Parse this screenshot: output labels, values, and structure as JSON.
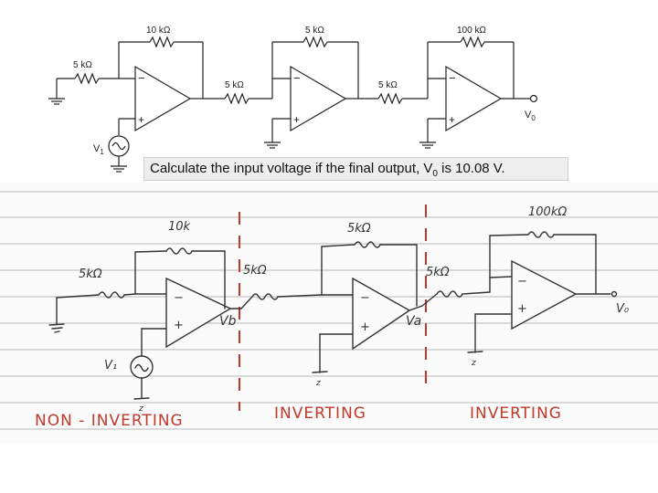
{
  "question": {
    "text_before": "Calculate the input voltage if the final output, V",
    "subscript": "0",
    "text_after": " is 10.08 V."
  },
  "schematic": {
    "r_in_1": "5 kΩ",
    "r_feedback_1": "10 kΩ",
    "r_in_2": "5 kΩ",
    "r_feedback_2": "5 kΩ",
    "r_in_3": "5 kΩ",
    "r_feedback_3": "100 kΩ",
    "source_label": "V",
    "source_sub": "1",
    "output_label": "V",
    "output_sub": "0",
    "minus": "−",
    "plus": "+"
  },
  "notes": {
    "r_in_1": "5kΩ",
    "r_feedback_1": "10k",
    "r_in_2": "5kΩ",
    "r_feedback_2": "5kΩ",
    "r_in_3": "5kΩ",
    "r_feedback_3": "100kΩ",
    "source_label": "V₁",
    "node_b": "Vb",
    "node_a": "Va",
    "output_label": "V₀",
    "ground_mark": "z",
    "minus": "−",
    "plus": "+",
    "stage_1": "NON - INVERTING",
    "stage_2": "INVERTING",
    "stage_3": "INVERTING"
  },
  "colors": {
    "red_ink": "#c0392b",
    "paper": "#fbfbfb",
    "rule": "#cfcfcf"
  }
}
